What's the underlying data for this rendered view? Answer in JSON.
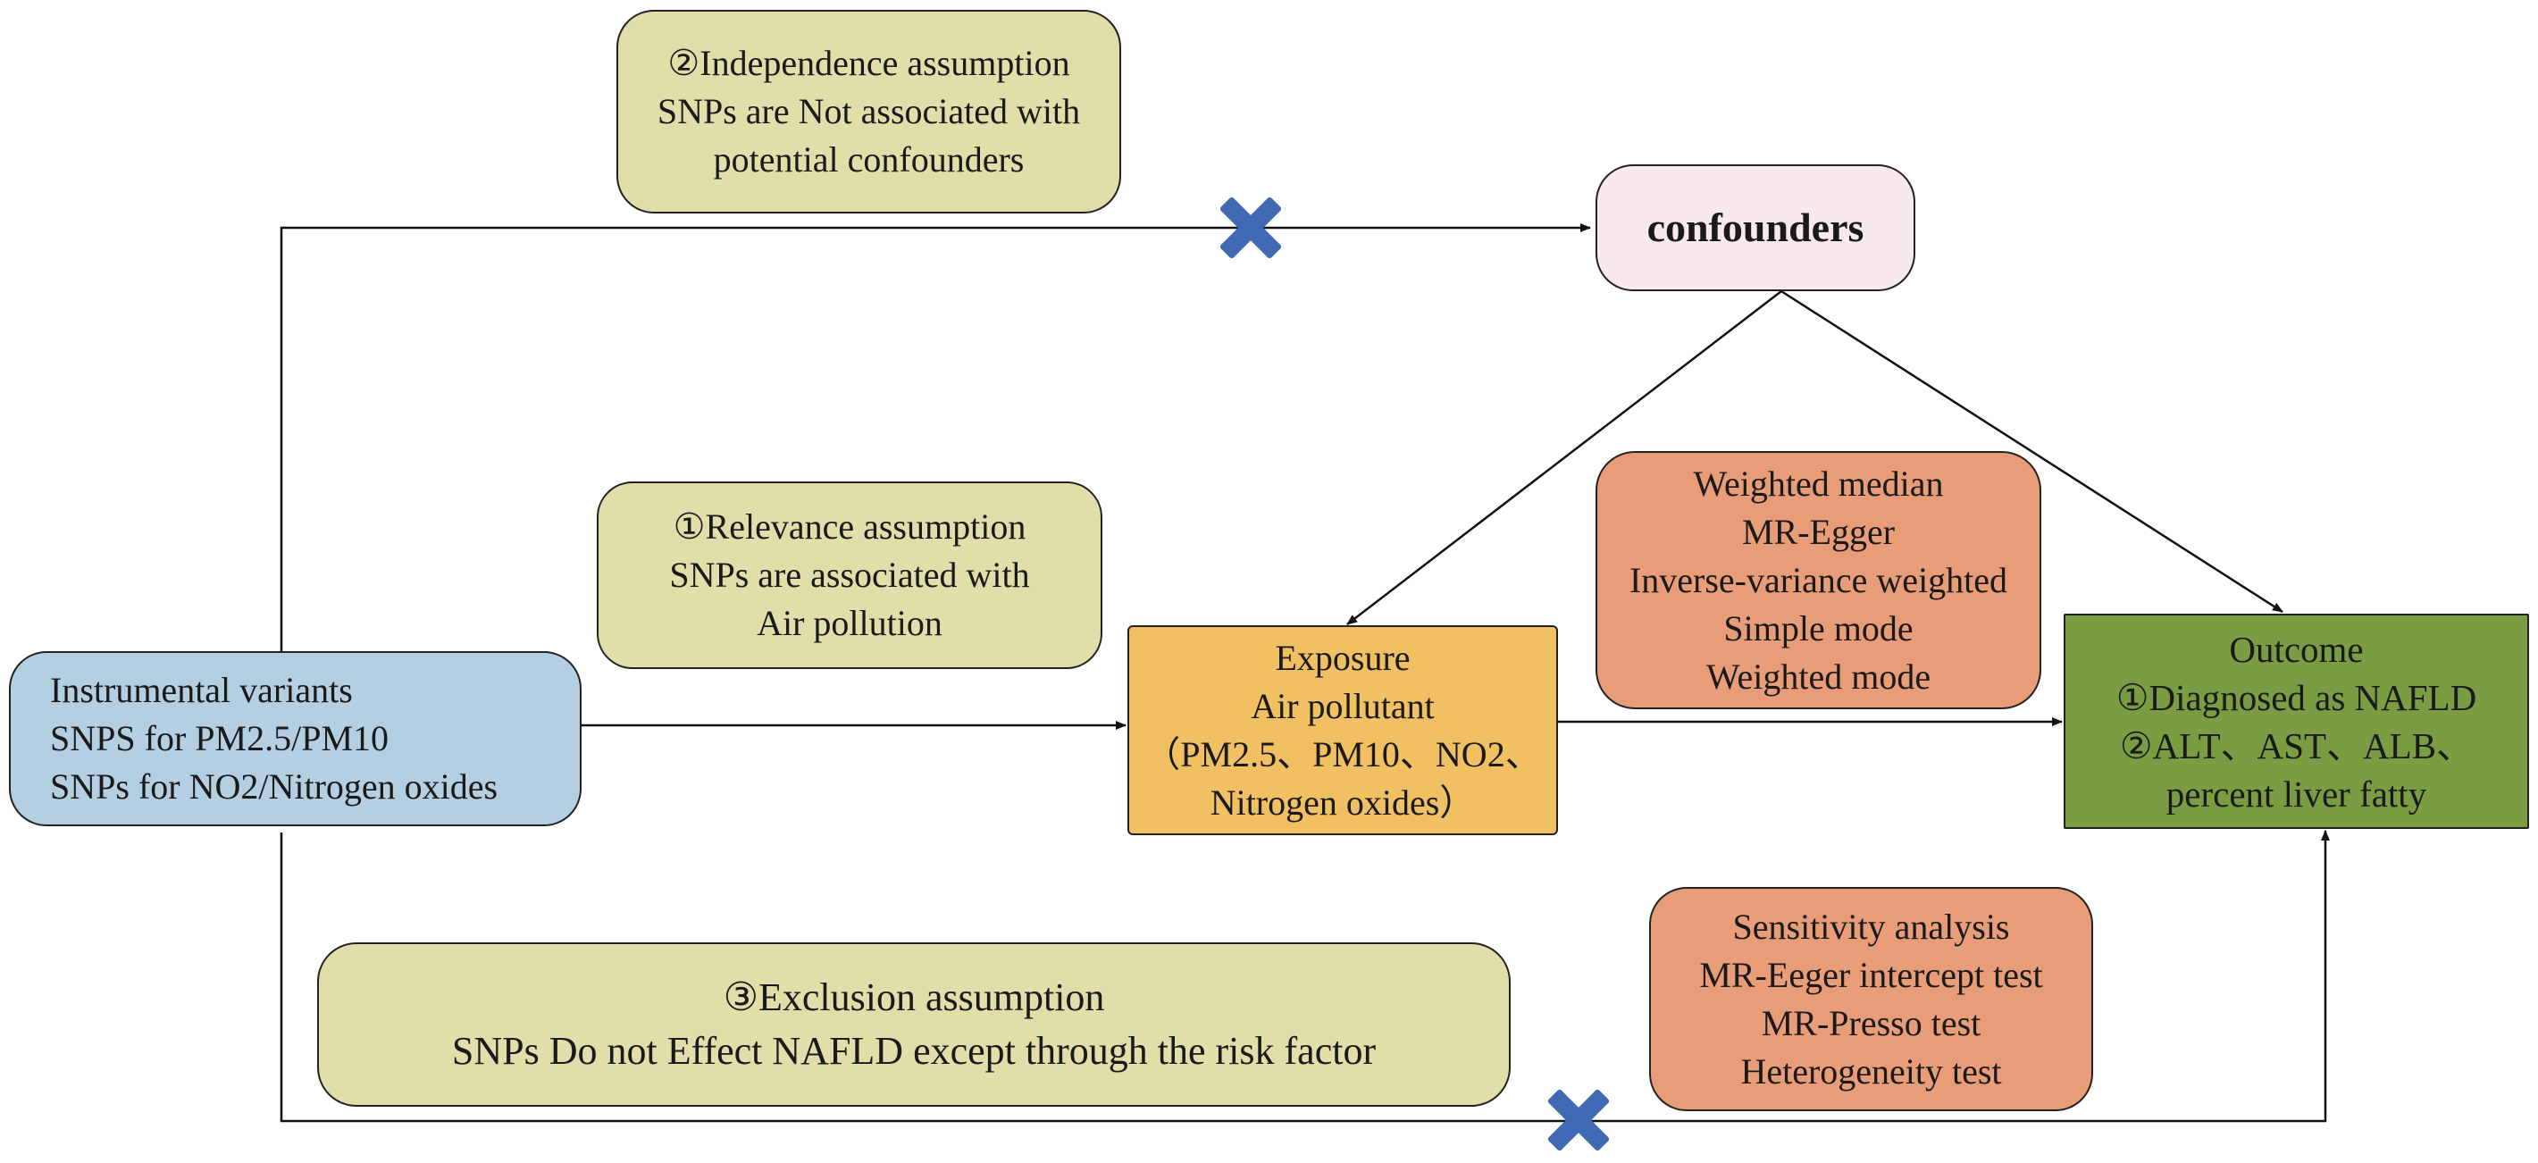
{
  "instrumental_variants": {
    "lines": [
      "Instrumental variants",
      "SNPS for PM2.5/PM10",
      "SNPs for NO2/Nitrogen oxides"
    ]
  },
  "independence": {
    "lines": [
      "②Independence assumption",
      "SNPs are Not associated with",
      "potential confounders"
    ]
  },
  "relevance": {
    "lines": [
      "①Relevance assumption",
      "SNPs are associated with",
      "Air pollution"
    ]
  },
  "exclusion": {
    "lines": [
      "③Exclusion assumption",
      "SNPs Do not  Effect NAFLD except through the risk factor"
    ]
  },
  "confounders": {
    "label": "confounders"
  },
  "methods": {
    "lines": [
      "Weighted median",
      "MR-Egger",
      "Inverse-variance weighted",
      "Simple mode",
      "Weighted mode"
    ]
  },
  "exposure": {
    "lines": [
      "Exposure",
      "Air pollutant",
      "（PM2.5、PM10、NO2、",
      "Nitrogen oxides）"
    ]
  },
  "outcome": {
    "lines": [
      "Outcome",
      "①Diagnosed as NAFLD",
      "②ALT、AST、ALB、",
      "percent liver fatty"
    ]
  },
  "sensitivity": {
    "lines": [
      "Sensitivity analysis",
      "MR-Eeger intercept test",
      "MR-Presso test",
      "Heterogeneity test"
    ]
  },
  "colors": {
    "instrumental_fill": "#b4cfe2",
    "assumption_fill": "#e2deaa",
    "confounder_fill": "#f8e8ef",
    "method_fill": "#e89d78",
    "exposure_fill": "#f0c062",
    "outcome_fill": "#7a9d44",
    "blocked_mark": "#3f69b2"
  }
}
